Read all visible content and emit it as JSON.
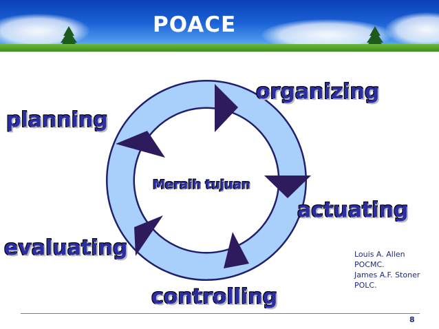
{
  "slide": {
    "title": "POACE",
    "page_number": "8"
  },
  "cycle": {
    "center": "Meraih tujuan",
    "stages": {
      "planning": "planning",
      "organizing": "organizing",
      "actuating": "actuating",
      "controlling": "controlling",
      "evaluating": "evaluating"
    }
  },
  "references": {
    "line1": "Louis A. Allen",
    "line2": "POCMC.",
    "line3": "James A.F. Stoner",
    "line4": "POLC."
  },
  "colors": {
    "ring_fill": "#a9d0fb",
    "ring_stroke": "#1f1f6e",
    "arrow": "#2d1b5e",
    "stage_text": "#2b2da3",
    "header_blue": "#1c63d6"
  }
}
